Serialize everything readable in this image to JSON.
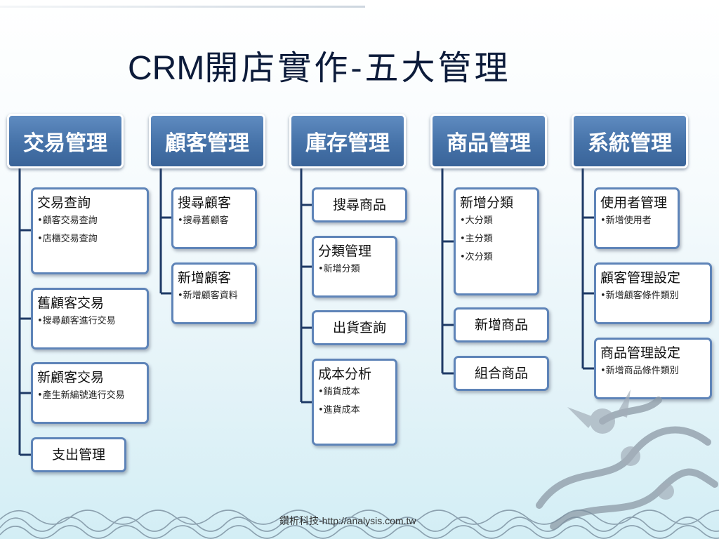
{
  "title": {
    "latin": "CRM",
    "cjk": "開店實作-五大管理"
  },
  "columns": [
    {
      "header": "交易管理",
      "children": [
        {
          "title": "交易查詢",
          "bullets": [
            "•顧客交易查詢",
            "•店櫃交易查詢"
          ]
        },
        {
          "title": "舊顧客交易",
          "bullets": [
            "•搜尋顧客進行交易"
          ]
        },
        {
          "title": "新顧客交易",
          "bullets": [
            "•產生新編號進行交易"
          ]
        },
        {
          "title": "支出管理",
          "bullets": []
        }
      ]
    },
    {
      "header": "顧客管理",
      "children": [
        {
          "title": "搜尋顧客",
          "bullets": [
            "•搜尋舊顧客"
          ]
        },
        {
          "title": "新增顧客",
          "bullets": [
            "•新增顧客資料"
          ]
        }
      ]
    },
    {
      "header": "庫存管理",
      "children": [
        {
          "title": "搜尋商品",
          "bullets": []
        },
        {
          "title": "分類管理",
          "bullets": [
            "•新增分類"
          ]
        },
        {
          "title": "出貨查詢",
          "bullets": []
        },
        {
          "title": "成本分析",
          "bullets": [
            "•銷貨成本",
            "•進貨成本"
          ]
        }
      ]
    },
    {
      "header": "商品管理",
      "children": [
        {
          "title": "新增分類",
          "bullets": [
            "•大分類",
            "•主分類",
            "•次分類"
          ]
        },
        {
          "title": "新增商品",
          "bullets": []
        },
        {
          "title": "組合商品",
          "bullets": []
        }
      ]
    },
    {
      "header": "系統管理",
      "children": [
        {
          "title": "使用者管理",
          "bullets": [
            "•新增使用者"
          ]
        },
        {
          "title": "顧客管理設定",
          "bullets": [
            "•新增顧客條件類別"
          ]
        },
        {
          "title": "商品管理設定",
          "bullets": [
            "•新增商品條件類別"
          ]
        }
      ]
    }
  ],
  "footer": {
    "text": "鑽析科技-http://analysis.com.tw"
  },
  "colors": {
    "header": "#4a78ae",
    "border": "#5e84b8",
    "connector": "#1e3a66",
    "title": "#0c1b3a"
  }
}
